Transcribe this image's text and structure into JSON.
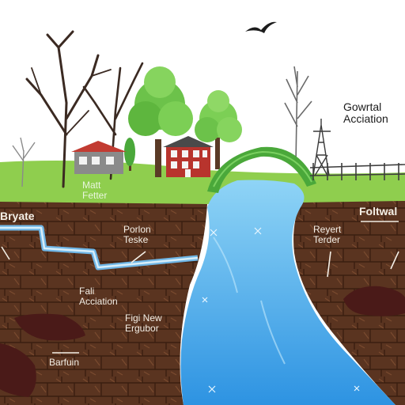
{
  "labels": {
    "top_right": "Gowrtal\nAcciation",
    "surface_left": "Matt\nFetter",
    "left_edge": "Bryate",
    "top_center": "Porlon\nTeske",
    "mid_left": "Fali\nAcciation",
    "center": "Figi New\nErgubor",
    "bottom_left": "Barfuin",
    "right_upper": "Foltwal",
    "right_mid": "Reyert\nTerder"
  },
  "colors": {
    "sky": "#ffffff",
    "grass": "#8fce4e",
    "soil": "#5a3420",
    "soil_lines": "#3a1e10",
    "river": "#3c9ee6",
    "river_light": "#7cc8f2",
    "pipe": "#6fb6e6",
    "bridge": "#4aa83a",
    "house_red": "#c23b32",
    "tree_green": "#6cc24a",
    "rock": "#4a1a18"
  },
  "icons": [
    "bird-icon",
    "power-tower-icon",
    "house-icon",
    "tree-icon",
    "bridge-icon",
    "fence-icon"
  ]
}
